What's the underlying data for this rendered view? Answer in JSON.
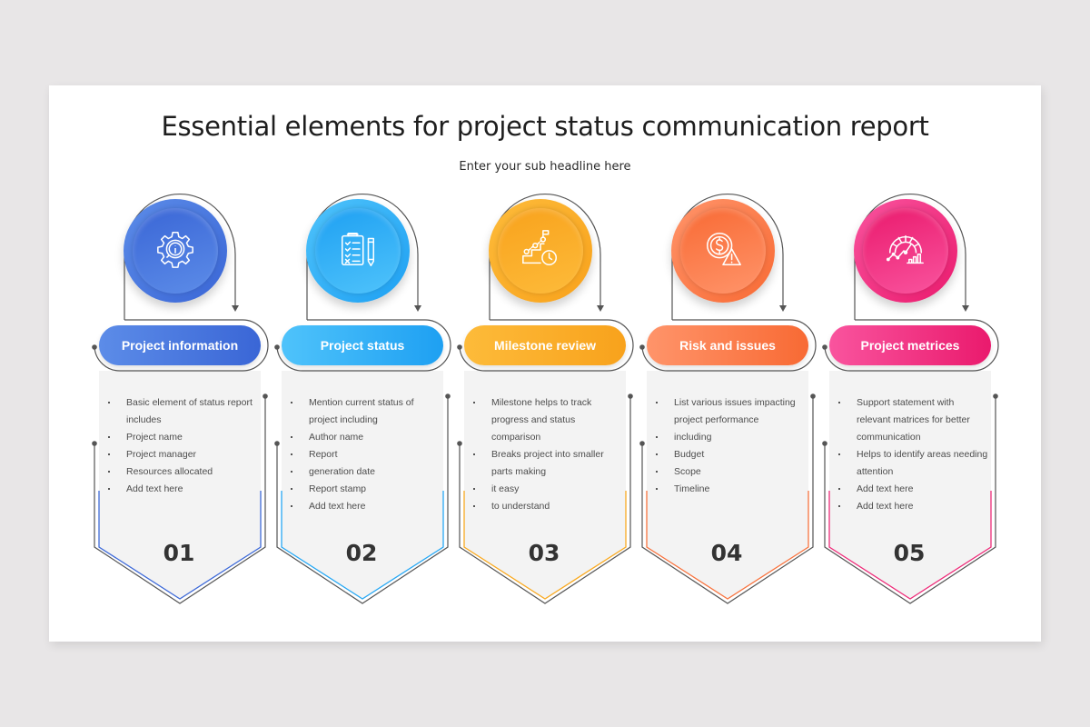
{
  "title": "Essential elements for project status communication report",
  "subtitle": "Enter your sub headline here",
  "cards": [
    {
      "number": "01",
      "label": "Project information",
      "icon": "gear-info-icon",
      "color_start": "#5c8ce8",
      "color_end": "#3a66d6",
      "accent": "#3e6ad8",
      "bullets": [
        "Basic element of status report includes",
        "Project name",
        "Project manager",
        "Resources allocated",
        "Add text here"
      ]
    },
    {
      "number": "02",
      "label": "Project status",
      "icon": "clipboard-checklist-icon",
      "color_start": "#4fc3fb",
      "color_end": "#1ea0f2",
      "accent": "#27a8f4",
      "bullets": [
        "Mention current status of project including",
        "Author name",
        "Report",
        "generation date",
        "Report stamp",
        "Add text here"
      ]
    },
    {
      "number": "03",
      "label": "Milestone review",
      "icon": "milestone-steps-clock-icon",
      "color_start": "#fdbb3a",
      "color_end": "#f8a21c",
      "accent": "#f9aa22",
      "bullets": [
        "Milestone helps to track progress and status comparison",
        "Breaks project into smaller parts making",
        "it easy",
        "to understand"
      ]
    },
    {
      "number": "04",
      "label": "Risk and issues",
      "icon": "dollar-warning-icon",
      "color_start": "#ff946a",
      "color_end": "#f86a34",
      "accent": "#f8733e",
      "bullets": [
        "List various issues impacting project performance",
        "including",
        "Budget",
        "Scope",
        "Timeline"
      ]
    },
    {
      "number": "05",
      "label": "Project metrices",
      "icon": "gauge-chart-icon",
      "color_start": "#f9549e",
      "color_end": "#ea1a6d",
      "accent": "#ee2d7a",
      "bullets": [
        "Support statement with relevant matrices for better communication",
        "Helps to identify areas needing attention",
        "Add text here",
        "Add text here"
      ]
    }
  ]
}
